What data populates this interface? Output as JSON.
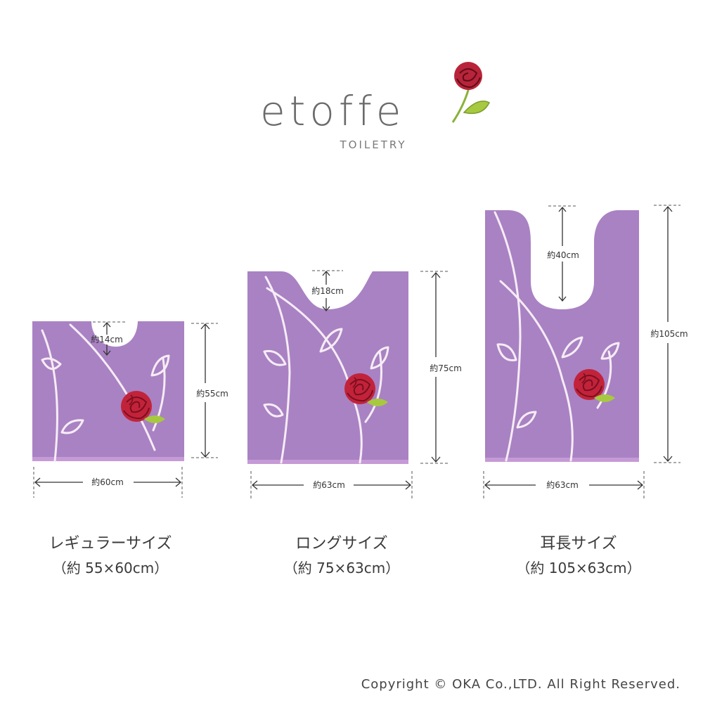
{
  "brand": {
    "logo": "etoffe",
    "subtitle": "TOILETRY",
    "colors": {
      "rose": "#c2233a",
      "leaf": "#9cc43c",
      "mat": "#a982c3",
      "text": "#444444"
    },
    "icon": "rose-icon"
  },
  "products": [
    {
      "name": "レギュラーサイズ",
      "size": "（約 55×60cm）",
      "dims": {
        "width": "約60cm",
        "height": "約55cm",
        "notch": "約14cm"
      }
    },
    {
      "name": "ロングサイズ",
      "size": "（約 75×63cm）",
      "dims": {
        "width": "約63cm",
        "height": "約75cm",
        "notch": "約18cm"
      }
    },
    {
      "name": "耳長サイズ",
      "size": "（約 105×63cm）",
      "dims": {
        "width": "約63cm",
        "height": "約105cm",
        "notch": "約40cm"
      }
    }
  ],
  "copyright": "Copyright © OKA Co.,LTD. All Right Reserved."
}
